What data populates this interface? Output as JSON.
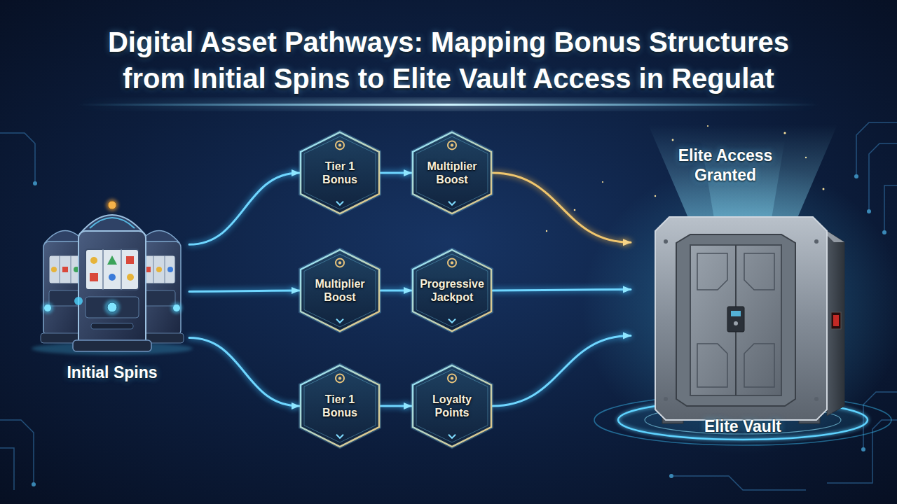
{
  "diagram": {
    "title": "Digital Asset Pathways: Mapping Bonus Structures from Initial Spins to Elite Vault Access in Regulat",
    "nodes": [
      {
        "text": [
          "Initial Spins"
        ]
      },
      {
        "text": [
          "Tier 1 Bonus"
        ]
      },
      {
        "text": [
          "Multiplier Boost"
        ]
      },
      {
        "text": [
          "Multiplier Boost"
        ]
      },
      {
        "text": [
          "Progressive Jackpot"
        ]
      },
      {
        "text": [
          "Tier 1 Bonus"
        ]
      },
      {
        "text": [
          "Loyalty Points"
        ]
      },
      {
        "text": [
          "Elite Access Granted",
          "Elite Vault"
        ]
      }
    ],
    "edges": [
      {
        "from": 0,
        "to": 1,
        "arrow": "to"
      },
      {
        "from": 0,
        "to": 3,
        "arrow": "to"
      },
      {
        "from": 0,
        "to": 5,
        "arrow": "to"
      },
      {
        "from": 1,
        "to": 2,
        "arrow": "to"
      },
      {
        "from": 3,
        "to": 4,
        "arrow": "to"
      },
      {
        "from": 5,
        "to": 6,
        "arrow": "to"
      },
      {
        "from": 2,
        "to": 7,
        "arrow": "to"
      },
      {
        "from": 4,
        "to": 7,
        "arrow": "to"
      },
      {
        "from": 6,
        "to": 7,
        "arrow": "to"
      }
    ]
  }
}
